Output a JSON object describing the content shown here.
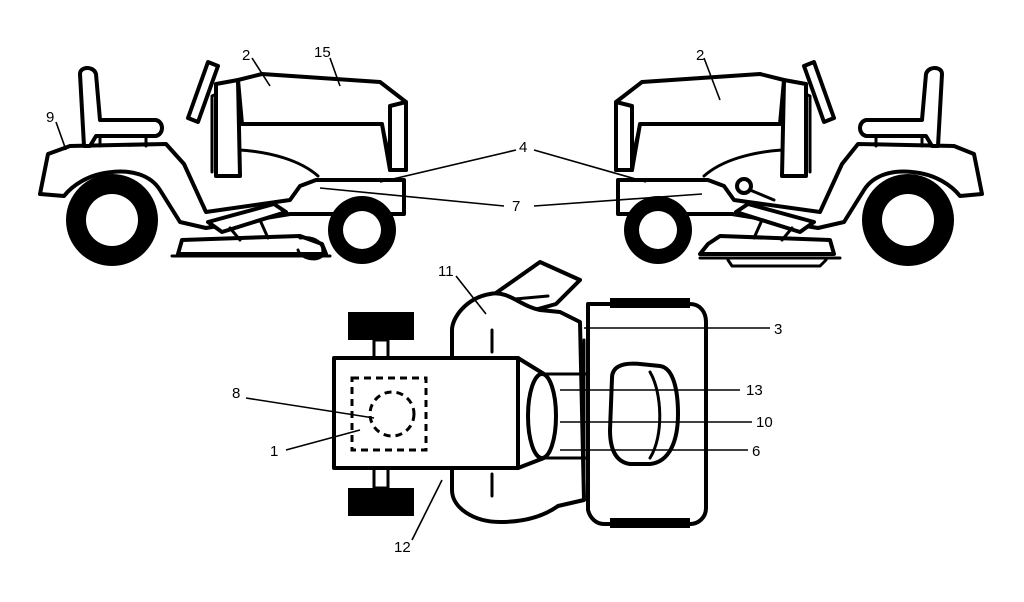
{
  "callouts": {
    "c1": "1",
    "c2a": "2",
    "c2b": "2",
    "c3": "3",
    "c4": "4",
    "c6": "6",
    "c7": "7",
    "c8": "8",
    "c9": "9",
    "c10": "10",
    "c11": "11",
    "c12": "12",
    "c13": "13",
    "c15": "15"
  },
  "colors": {
    "line": "#000000",
    "background": "#ffffff"
  }
}
